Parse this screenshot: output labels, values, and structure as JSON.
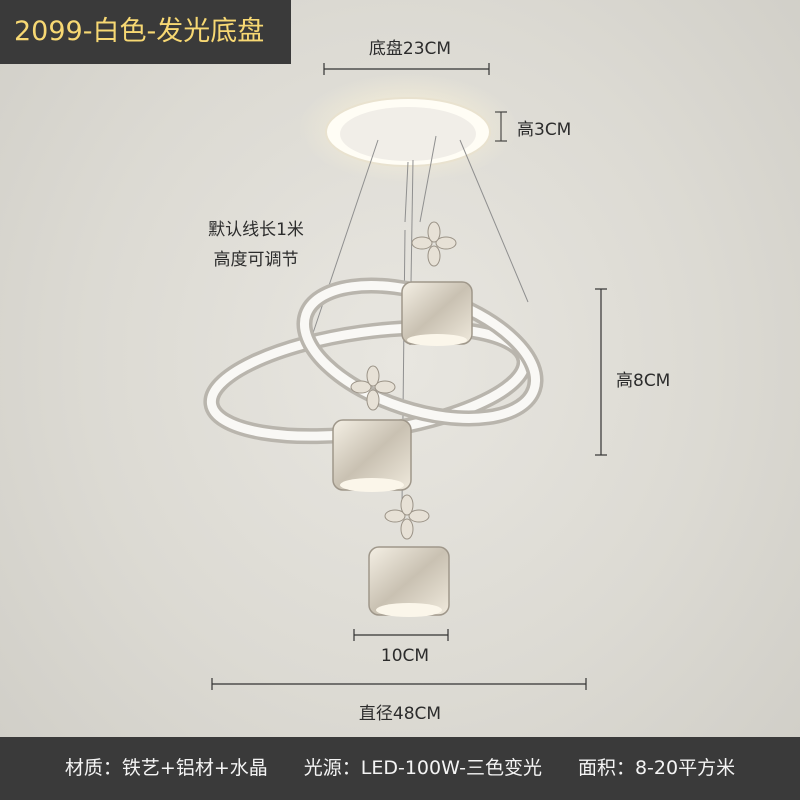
{
  "title": "2099-白色-发光底盘",
  "labels": {
    "base_diameter": "底盘23CM",
    "base_height": "高3CM",
    "cable_line1": "默认线长1米",
    "cable_line2": "高度可调节",
    "ring_height": "高8CM",
    "crystal_diameter": "10CM",
    "total_diameter": "直径48CM"
  },
  "specs": {
    "material": "材质：铁艺+铝材+水晶",
    "light_source": "光源：LED-100W-三色变光",
    "area": "面积：8-20平方米"
  },
  "colors": {
    "badge_bg": "#3a3a3a",
    "badge_text": "#f7d873",
    "footer_bg": "#3a3a3a",
    "footer_text": "#f4f4f4"
  },
  "icons": [
    "ceiling-base-icon",
    "crystal-pendant-icon",
    "ring-icon",
    "crystal-flower-icon"
  ]
}
